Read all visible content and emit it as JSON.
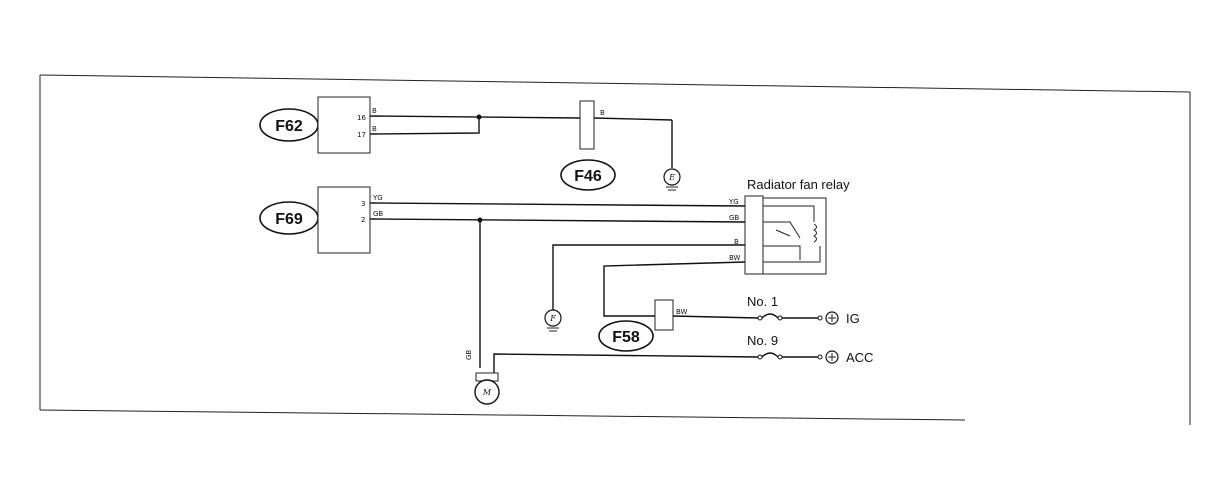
{
  "connectors": {
    "f62": "F62",
    "f46": "F46",
    "f69": "F69",
    "f58": "F58"
  },
  "pins": {
    "f62_pin1": "16",
    "f62_pin2": "17",
    "f62_wire1": "B",
    "f62_wire2": "B",
    "f46_wire": "B",
    "f69_pin1": "3",
    "f69_pin2": "2",
    "f69_wire1": "YG",
    "f69_wire2": "GB",
    "relay_yg": "YG",
    "relay_gb": "GB",
    "relay_b": "B",
    "relay_bw": "BW",
    "f58_wire": "BW",
    "motor_wire": "GB"
  },
  "labels": {
    "relay_title": "Radiator fan relay",
    "fuse1": "No. 1",
    "fuse9": "No. 9",
    "ig": "IG",
    "acc": "ACC",
    "motor": "M",
    "ground": "E",
    "ground2": "F"
  }
}
